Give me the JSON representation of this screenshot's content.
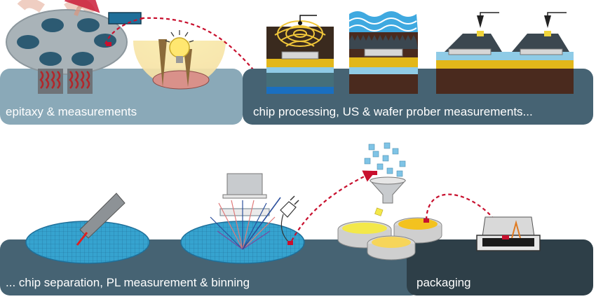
{
  "panels": {
    "epitaxy": {
      "label": "epitaxy & measurements"
    },
    "processing": {
      "label": "chip processing, US & wafer prober measurements..."
    },
    "separation": {
      "label": "... chip separation, PL measurement & binning"
    },
    "packaging": {
      "label": "packaging"
    }
  },
  "colors": {
    "panel_light": "#8aa9b8",
    "panel_dark": "#466373",
    "panel_darker": "#2e3f48",
    "wafer_blue": "#36a3cf",
    "chip_yellow": "#f3d21f",
    "arrow_red": "#c8102e"
  },
  "icons": [
    "wafer-carrier-icon",
    "heater-icon",
    "light-bulb-icon",
    "ultrasound-icon",
    "probe-needle-icon",
    "laser-icon",
    "detector-icon",
    "plug-icon",
    "funnel-icon",
    "chip-bin-icon",
    "package-icon"
  ]
}
